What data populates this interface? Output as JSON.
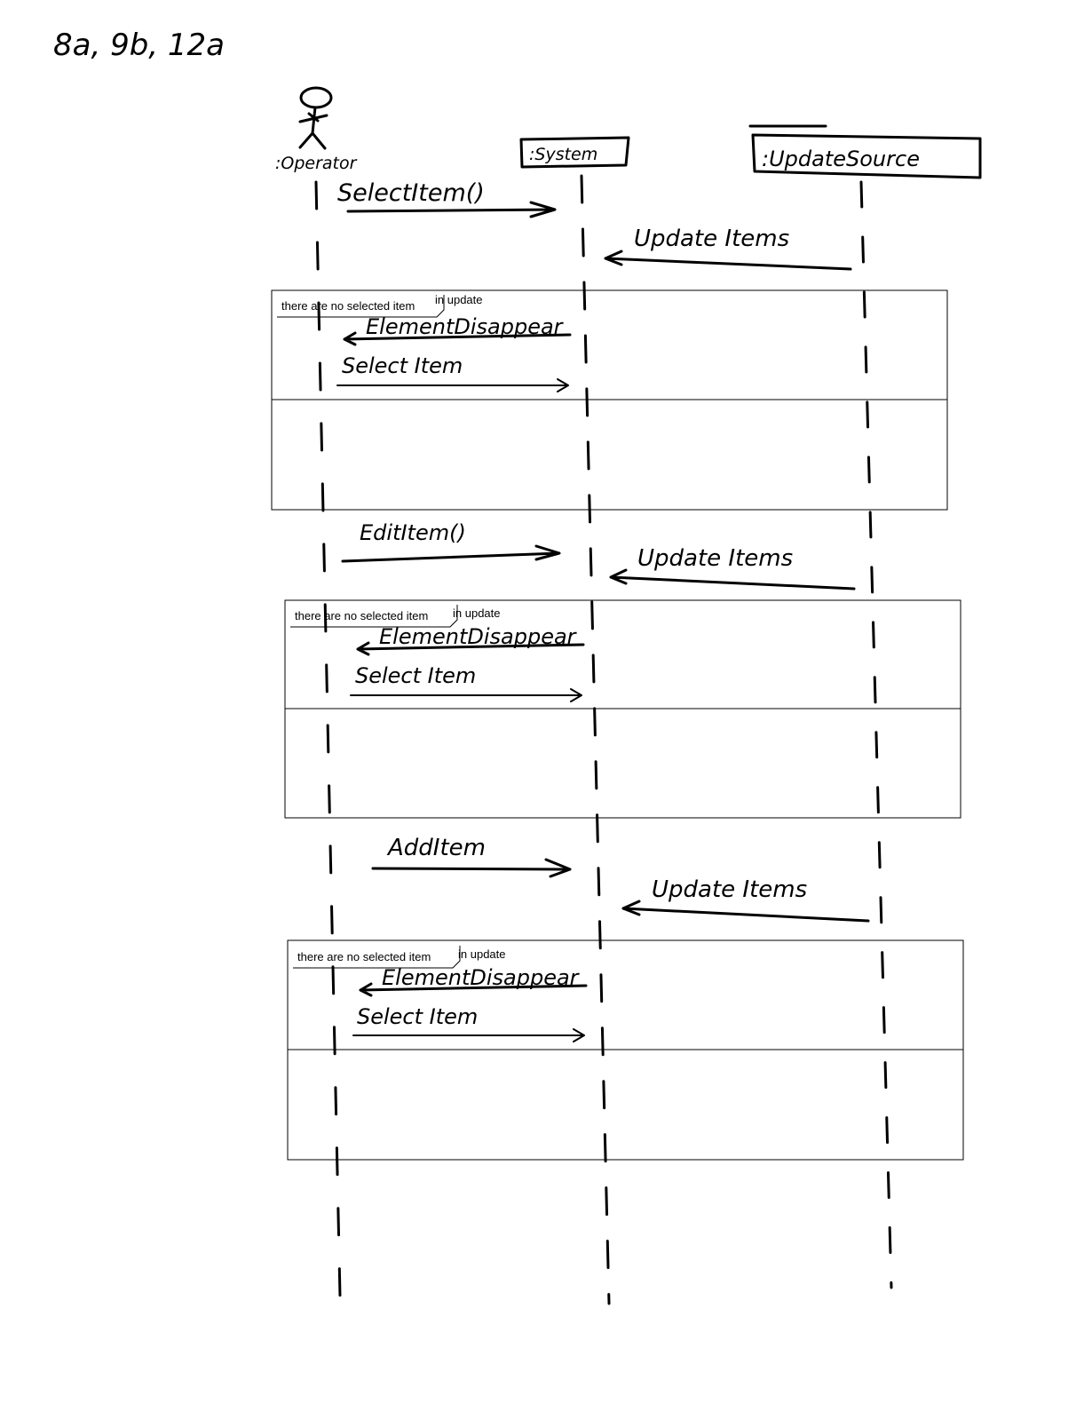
{
  "header_note": "8a, 9b, 12a",
  "participants": {
    "operator": {
      "label": ":Operator"
    },
    "system": {
      "label": ":System"
    },
    "update_source": {
      "label": ":UpdateSource"
    }
  },
  "messages": {
    "select_item_call": "SelectItem()",
    "update_items_1": "Update Items",
    "edit_item_call": "EditItem()",
    "update_items_2": "Update Items",
    "add_item": "AddItem",
    "update_items_3": "Update Items"
  },
  "alt_fragments": [
    {
      "condition": "there are no selected item",
      "operand": "in update",
      "element_disappear": "ElementDisappear",
      "select_item": "Select Item"
    },
    {
      "condition": "there are no selected item",
      "operand": "in update",
      "element_disappear": "ElementDisappear",
      "select_item": "Select Item"
    },
    {
      "condition": "there are no selected item",
      "operand": "in update",
      "element_disappear": "ElementDisappear",
      "select_item": "Select Item"
    }
  ]
}
